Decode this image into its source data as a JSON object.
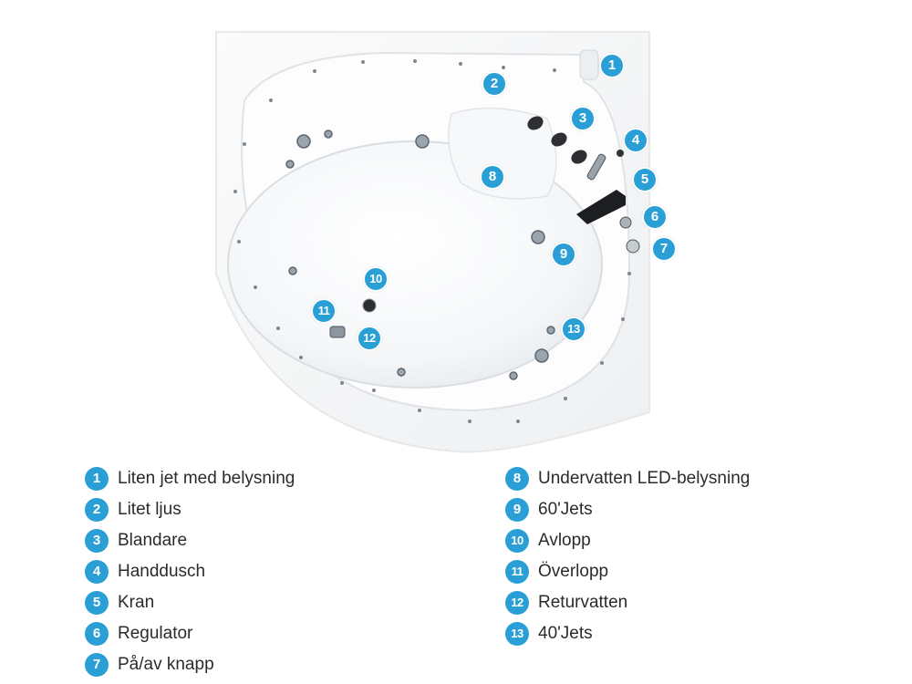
{
  "accent_color": "#2a9fd6",
  "markers": [
    "1",
    "2",
    "3",
    "4",
    "5",
    "6",
    "7",
    "8",
    "9",
    "10",
    "11",
    "12",
    "13"
  ],
  "legend": [
    {
      "number": "1",
      "label": "Liten jet med belysning"
    },
    {
      "number": "2",
      "label": "Litet ljus"
    },
    {
      "number": "3",
      "label": "Blandare"
    },
    {
      "number": "4",
      "label": "Handdusch"
    },
    {
      "number": "5",
      "label": "Kran"
    },
    {
      "number": "6",
      "label": "Regulator"
    },
    {
      "number": "7",
      "label": "På/av knapp"
    },
    {
      "number": "8",
      "label": "Undervatten LED-belysning"
    },
    {
      "number": "9",
      "label": "60'Jets"
    },
    {
      "number": "10",
      "label": "Avlopp"
    },
    {
      "number": "11",
      "label": "Överlopp"
    },
    {
      "number": "12",
      "label": "Returvatten"
    },
    {
      "number": "13",
      "label": "40'Jets"
    }
  ]
}
